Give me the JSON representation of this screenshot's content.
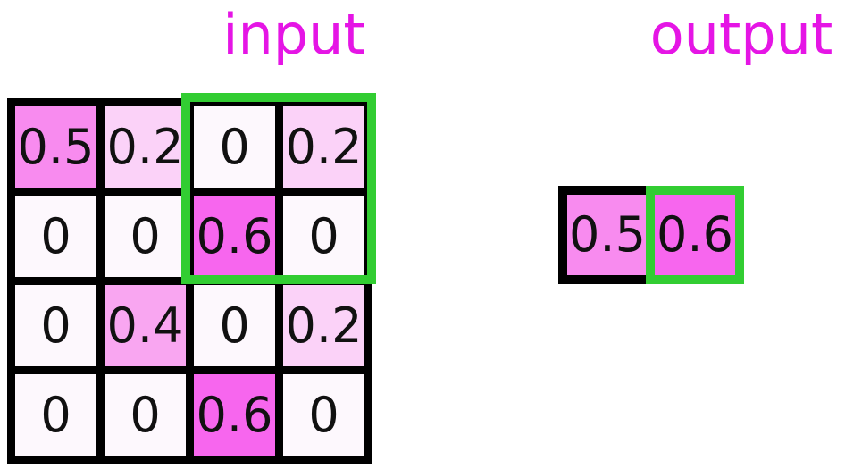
{
  "titles": {
    "input": "input",
    "output": "output"
  },
  "colors": {
    "title_text": "#e515e5",
    "cell_text": "#111111",
    "grid_line": "#000000",
    "highlight_green": "#32cd32",
    "value_fills": {
      "0": "#fdf8fd",
      "0.2": "#fbd2f8",
      "0.4": "#f9a6f1",
      "0.5": "#f88bef",
      "0.6": "#f766ee"
    }
  },
  "input_grid": {
    "rows": [
      [
        "0.5",
        "0.2",
        "0",
        "0.2"
      ],
      [
        "0",
        "0",
        "0.6",
        "0"
      ],
      [
        "0",
        "0.4",
        "0",
        "0.2"
      ],
      [
        "0",
        "0",
        "0.6",
        "0"
      ]
    ],
    "highlighted_region": {
      "rows": [
        0,
        1
      ],
      "cols": [
        2,
        3
      ]
    }
  },
  "output_grid": {
    "cells": [
      {
        "value": "0.5",
        "border": "black",
        "highlighted": false
      },
      {
        "value": "0.6",
        "border": "limegreen",
        "highlighted": true
      }
    ]
  }
}
